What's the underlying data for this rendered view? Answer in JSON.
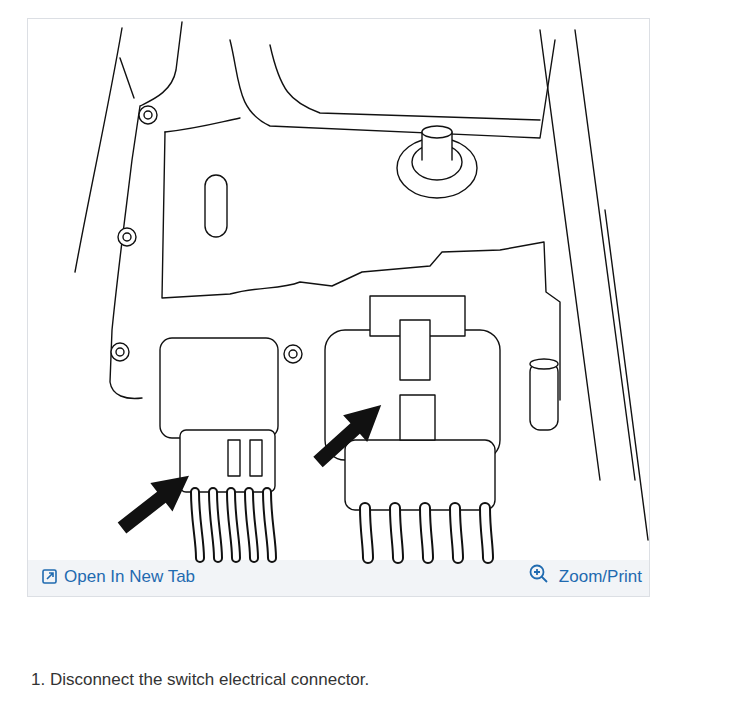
{
  "diagram": {
    "caption": "1. Disconnect the switch electrical connector.",
    "labels": [
      "Open In New Tab",
      "Zoom/Print"
    ]
  }
}
